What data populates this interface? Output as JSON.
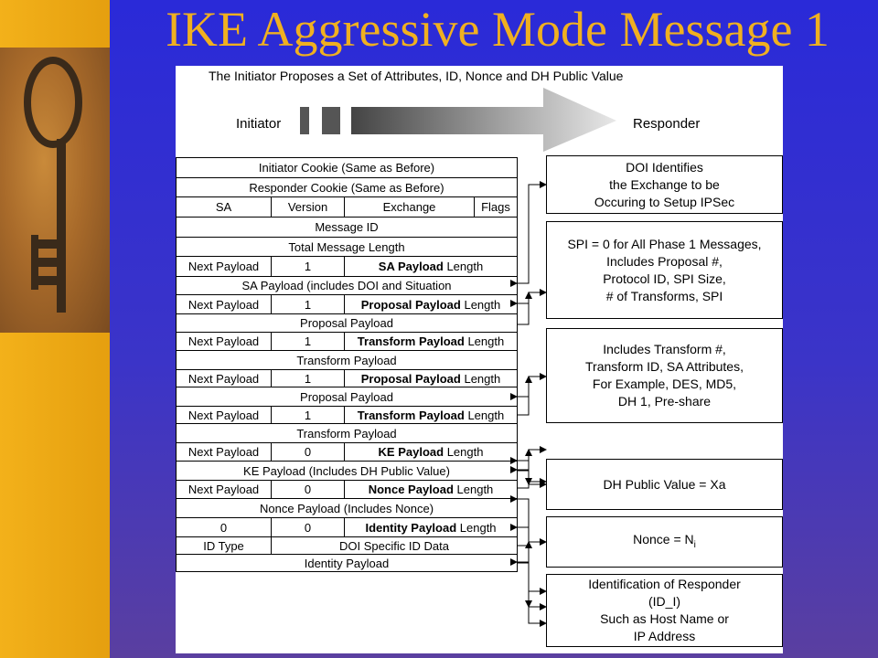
{
  "slide_title": "IKE Aggressive Mode Message 1",
  "caption": "The Initiator Proposes a Set of Attributes, ID, Nonce and DH Public Value",
  "initiator_label": "Initiator",
  "responder_label": "Responder",
  "rows": [
    {
      "cells": [
        {
          "text": "Initiator Cookie (Same as Before)"
        }
      ]
    },
    {
      "cells": [
        {
          "text": "Responder Cookie (Same as Before)"
        }
      ]
    },
    {
      "cells": [
        {
          "text": "SA"
        },
        {
          "text": "Version"
        },
        {
          "text": "Exchange"
        },
        {
          "text": "Flags"
        }
      ]
    },
    {
      "cells": [
        {
          "text": "Message ID"
        }
      ]
    },
    {
      "cells": [
        {
          "text": "Total Message Length"
        }
      ]
    },
    {
      "cells": [
        {
          "text": "Next Payload"
        },
        {
          "text": "1"
        },
        {
          "bold": "SA Payload",
          "text": " Length"
        }
      ]
    },
    {
      "cells": [
        {
          "text": "SA Payload (includes DOI and Situation"
        }
      ]
    },
    {
      "cells": [
        {
          "text": "Next Payload"
        },
        {
          "text": "1"
        },
        {
          "bold": "Proposal Payload",
          "text": " Length"
        }
      ]
    },
    {
      "cells": [
        {
          "text": "Proposal Payload"
        }
      ]
    },
    {
      "cells": [
        {
          "text": "Next Payload"
        },
        {
          "text": "1"
        },
        {
          "bold": "Transform Payload",
          "text": " Length"
        }
      ]
    },
    {
      "cells": [
        {
          "text": "Transform Payload"
        }
      ]
    },
    {
      "cells": [
        {
          "text": "Next Payload"
        },
        {
          "text": "1"
        },
        {
          "bold": "Proposal Payload",
          "text": " Length"
        }
      ]
    },
    {
      "cells": [
        {
          "text": "Proposal Payload"
        }
      ]
    },
    {
      "cells": [
        {
          "text": "Next Payload"
        },
        {
          "text": "1"
        },
        {
          "bold": "Transform Payload",
          "text": " Length"
        }
      ]
    },
    {
      "cells": [
        {
          "text": "Transform Payload"
        }
      ]
    },
    {
      "cells": [
        {
          "text": "Next Payload"
        },
        {
          "text": "0"
        },
        {
          "bold": "KE Payload",
          "text": " Length"
        }
      ]
    },
    {
      "cells": [
        {
          "text": "KE Payload (Includes DH Public Value)"
        }
      ]
    },
    {
      "cells": [
        {
          "text": "Next Payload"
        },
        {
          "text": "0"
        },
        {
          "bold": "Nonce Payload",
          "text": " Length"
        }
      ]
    },
    {
      "cells": [
        {
          "text": "Nonce Payload (Includes Nonce)"
        }
      ]
    },
    {
      "cells": [
        {
          "text": "0"
        },
        {
          "text": "0"
        },
        {
          "bold": "Identity Payload",
          "text": " Length"
        }
      ]
    },
    {
      "cells": [
        {
          "text": "ID Type"
        },
        {
          "text": "DOI Specific ID Data"
        }
      ]
    },
    {
      "cells": [
        {
          "text": "Identity Payload"
        }
      ]
    }
  ],
  "boxes": [
    {
      "lines": [
        "DOI Identifies",
        "the Exchange to be",
        "Occuring to Setup IPSec"
      ]
    },
    {
      "lines": [
        "SPI = 0 for All Phase 1 Messages,",
        "Includes Proposal #,",
        "Protocol ID, SPI Size,",
        "# of Transforms, SPI"
      ]
    },
    {
      "lines": [
        "Includes Transform #,",
        "Transform ID, SA Attributes,",
        "For Example, DES, MD5,",
        "DH 1, Pre-share"
      ]
    },
    {
      "lines": [
        "DH Public Value = Xa"
      ]
    },
    {
      "lines": [
        "Nonce = N",
        "i"
      ]
    },
    {
      "lines": [
        "Identification of Responder",
        "(ID_I)",
        "Such as Host Name or",
        "IP Address"
      ]
    }
  ],
  "colors": {
    "background": "#2f2fd0",
    "title": "#f0b020",
    "sidebar": "#f0ad18",
    "panel": "#ffffff",
    "arrow": "#9a9a9a"
  }
}
